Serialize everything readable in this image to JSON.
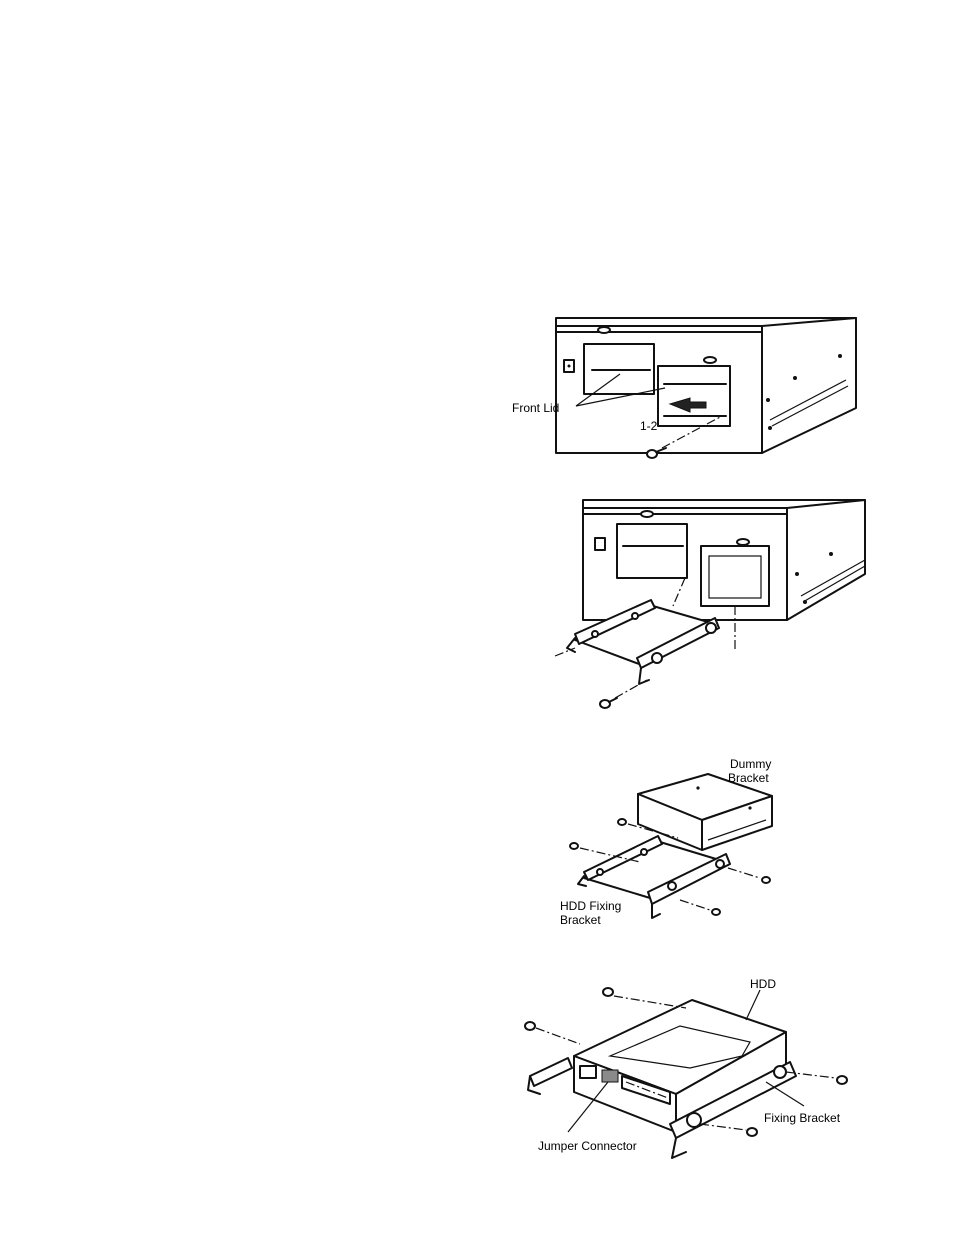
{
  "figures": [
    {
      "id": "front-lid",
      "labels": {
        "front_lid": "Front Lid",
        "step": "1-2"
      }
    },
    {
      "id": "bracket-removal",
      "labels": {}
    },
    {
      "id": "dummy-bracket",
      "labels": {
        "dummy_line1": "Dummy",
        "dummy_line2": "Bracket",
        "hdd_fixing_line1": "HDD Fixing",
        "hdd_fixing_line2": "Bracket"
      }
    },
    {
      "id": "hdd-assembly",
      "labels": {
        "hdd": "HDD",
        "fixing_bracket": "Fixing Bracket",
        "jumper_connector": "Jumper Connector"
      }
    }
  ]
}
